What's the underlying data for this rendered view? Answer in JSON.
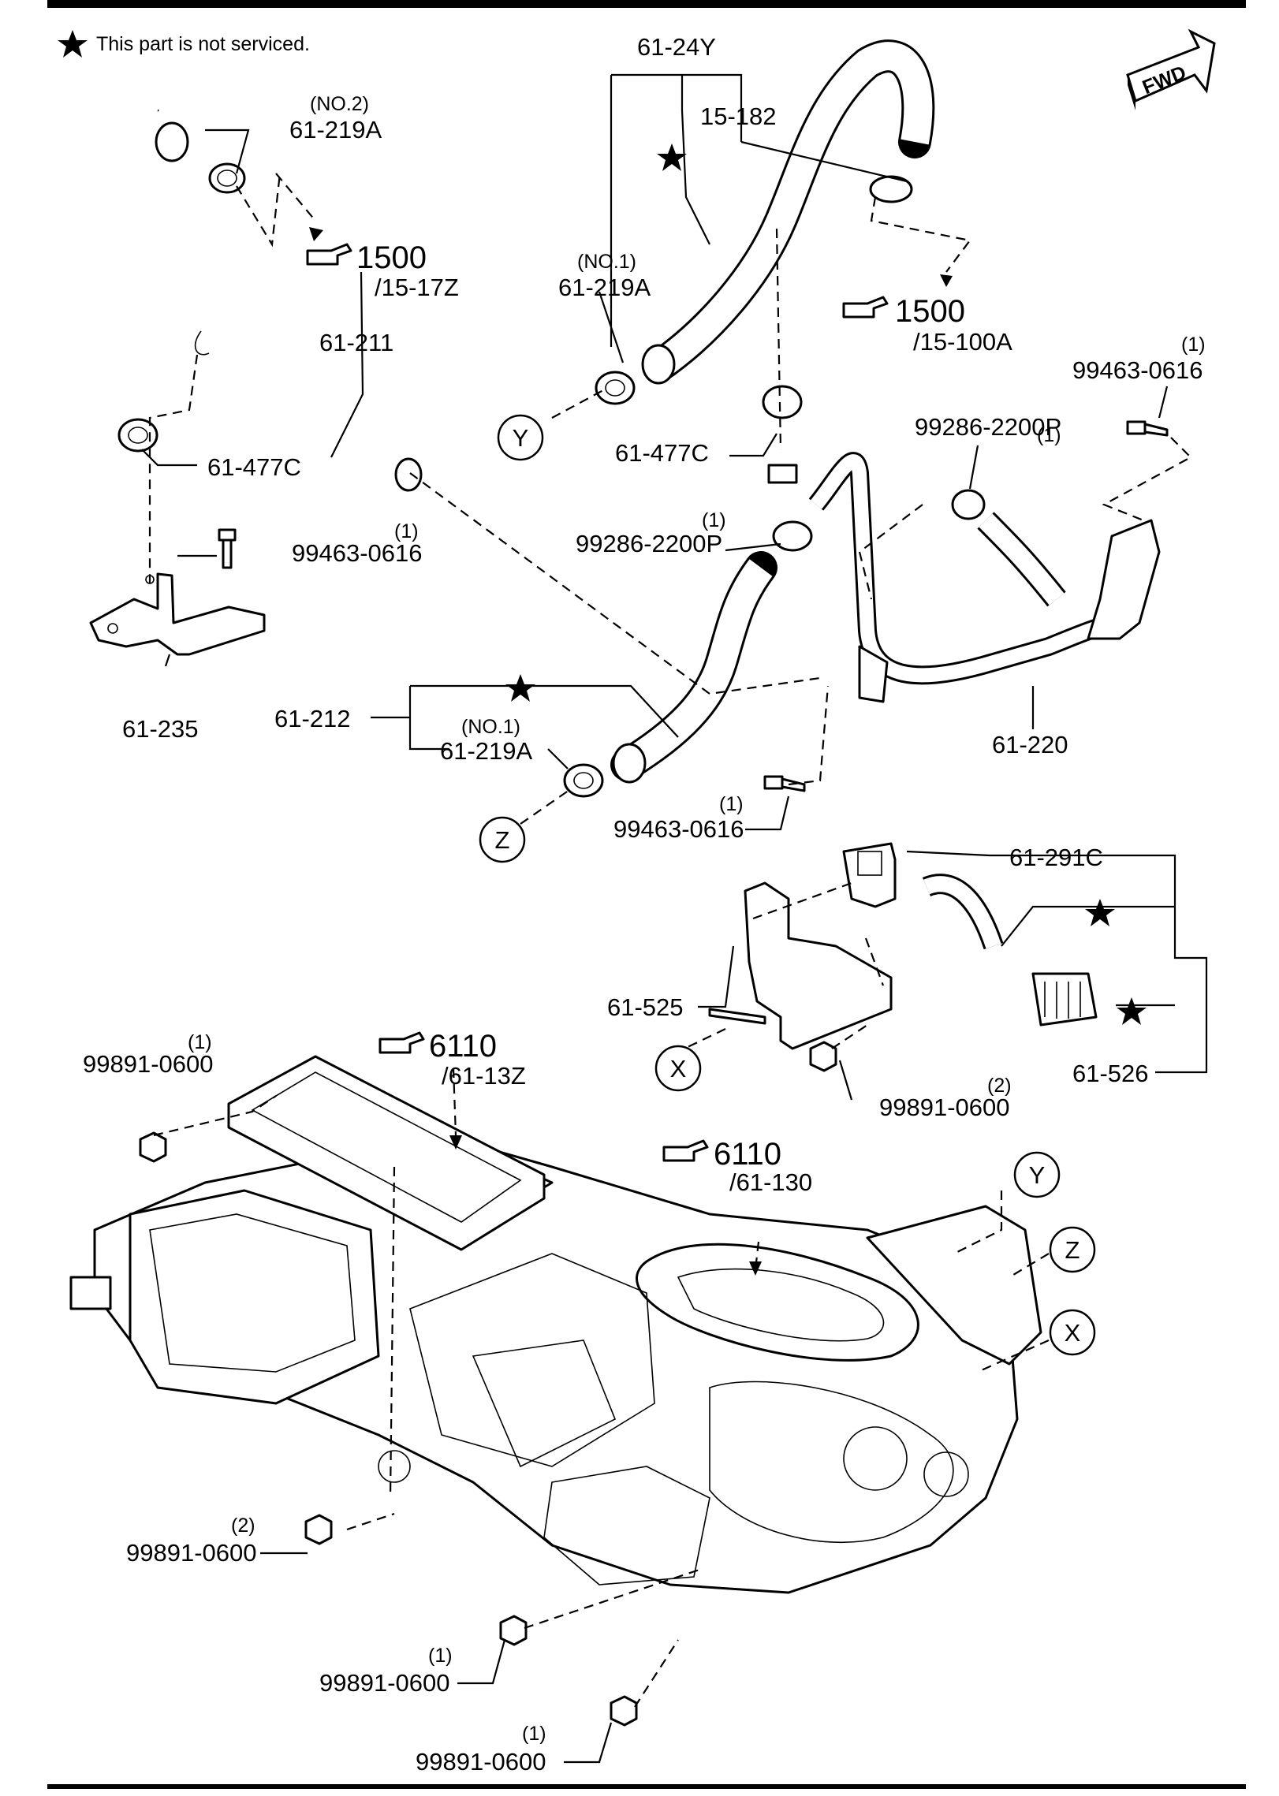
{
  "legend": {
    "text": "This part is not serviced."
  },
  "direction_badge": "FWD",
  "refs": [
    {
      "id": "r1",
      "num": "1500",
      "sub": "/15-17Z"
    },
    {
      "id": "r2",
      "num": "1500",
      "sub": "/15-100A"
    },
    {
      "id": "r3",
      "num": "6110",
      "sub": "/61-13Z"
    },
    {
      "id": "r4",
      "num": "6110",
      "sub": "/61-130"
    }
  ],
  "callouts": {
    "c_61_24Y": "61-24Y",
    "c_15_182": "15-182",
    "c_no2": "(NO.2)",
    "c_61_219A_a": "61-219A",
    "c_no1_a": "(NO.1)",
    "c_61_219A_b": "61-219A",
    "c_61_211": "61-211",
    "c_61_477C_a": "61-477C",
    "c_61_477C_b": "61-477C",
    "c_q1_a": "(1)",
    "c_99463_a": "99463-0616",
    "c_61_235": "61-235",
    "c_q1_b": "(1)",
    "c_99286_a": "99286-2200P",
    "c_q1_c": "(1)",
    "c_99286_b": "99286-2200P",
    "c_q1_d": "(1)",
    "c_99463_b": "99463-0616",
    "c_61_212": "61-212",
    "c_no1_b": "(NO.1)",
    "c_61_219A_c": "61-219A",
    "c_61_220": "61-220",
    "c_q1_e": "(1)",
    "c_99463_c": "99463-0616",
    "c_61_291C": "61-291C",
    "c_61_525": "61-525",
    "c_61_526": "61-526",
    "c_q2_a": "(2)",
    "c_99891_a": "99891-0600",
    "c_q1_f": "(1)",
    "c_99891_b": "99891-0600",
    "c_q2_b": "(2)",
    "c_99891_c": "99891-0600",
    "c_q1_g": "(1)",
    "c_99891_d": "99891-0600",
    "c_q1_h": "(1)",
    "c_99891_e": "99891-0600"
  },
  "connectors": {
    "y1": "Y",
    "y2": "Y",
    "z1": "Z",
    "z2": "Z",
    "x1": "X",
    "x2": "X"
  }
}
